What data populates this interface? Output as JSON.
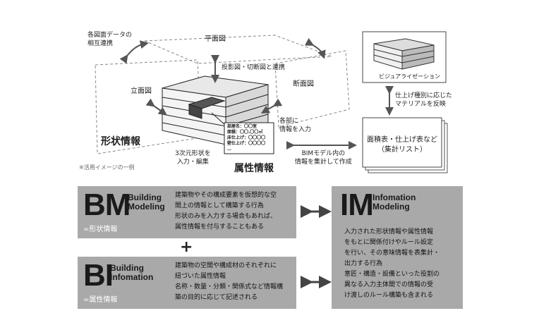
{
  "top": {
    "labels": {
      "mutual_link": "各図面データの\n相互連携",
      "plan": "平面図",
      "projection_link": "投影図・切断図と連携",
      "elevation": "立面図",
      "section": "断面図",
      "shape_info": "形状情報",
      "attribute_info": "属性情報",
      "input_edit": "3次元形状を\n入力・編集",
      "each_part": "各部に\n情報を入力",
      "room_card": [
        "部屋名：〇〇室",
        "面積：〇〇.〇〇㎡",
        "床仕上げ：〇〇〇〇",
        "壁仕上げ：〇〇〇〇",
        "…"
      ],
      "visualization": "ビジュアライゼーション",
      "material_note": "仕上げ種別に応じた\nマテリアルを反映",
      "report": "面積表・仕上げ表など\n（集計リスト）",
      "aggregate": "BIMモデル内の\n情報を集計して作成",
      "caption": "※活用イメージの一例"
    }
  },
  "bm": {
    "letters": "BM",
    "sub": "Building\nModeling",
    "tag": "=形状情報",
    "desc": "建築物やその構成要素を仮想的な空\n間上の情報として構築する行為\n形状のみを入力する場合もあれば、\n属性情報を付与することもある"
  },
  "plus": "+",
  "bi": {
    "letters": "BI",
    "sub": "Building\nInfomation",
    "tag": "=属性情報",
    "desc": "建築物の空間や構成材のそれぞれに\n紐づいた属性情報\n名称・数量・分類・関係式など情報構\n築の目的に応じて記述される"
  },
  "im": {
    "letters": "IM",
    "sub": "Infomation\nModeling",
    "desc": "入力された形状情報や属性情報\nをもとに関係付けやルール設定\nを行い、その意味情報を表集計・\n出力する行為\n意匠・構造・設備といった役割の\n異なる入力主体間での情報の受\nけ渡しのルール構築も含まれる"
  },
  "colors": {
    "panel": "#a9a9a9",
    "text": "#1a1a1a"
  }
}
